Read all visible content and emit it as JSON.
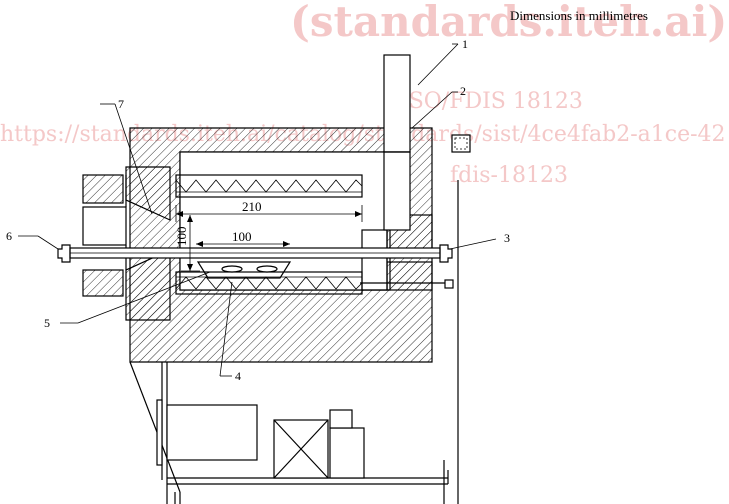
{
  "header": {
    "dimensions_note": "Dimensions in millimetres"
  },
  "watermark": {
    "big": "(standards.iteh.ai)",
    "line1": "ISO/FDIS 18123",
    "line2": "https://standards.iteh.ai/catalog/standards/sist/4ce4fab2-a1ce-42",
    "line3": "fdis-18123"
  },
  "callouts": {
    "c1": "1",
    "c2": "2",
    "c3": "3",
    "c4": "4",
    "c5": "5",
    "c6": "6",
    "c7": "7"
  },
  "dimensions": {
    "d_210": "210",
    "d_100_h": "100",
    "d_100_v": "100"
  }
}
